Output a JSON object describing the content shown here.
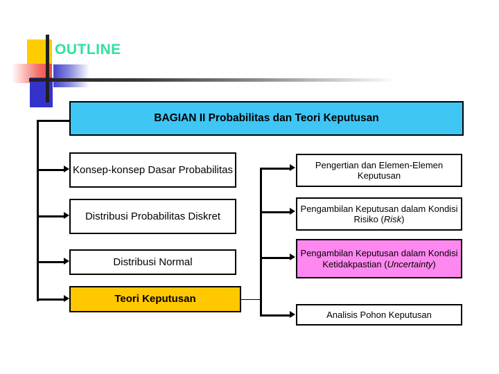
{
  "slide": {
    "title": "OUTLINE",
    "title_color": "#2DE29B",
    "background": "#FFFFFF"
  },
  "decor": {
    "yellow_square_color": "#FFCC00",
    "blue_square_color": "#3333CC",
    "red_gradient_color": "#F4463C",
    "blue_gradient_color": "#4444CC",
    "rule_color": "#231F20"
  },
  "header": {
    "label": "BAGIAN  II  Probabilitas dan Teori Keputusan",
    "fill": "#3FC6F5"
  },
  "left_column": {
    "items": [
      {
        "label": "Konsep-konsep Dasar Probabilitas",
        "fill": "#FFFFFF",
        "bold": false
      },
      {
        "label": "Distribusi Probabilitas Diskret",
        "fill": "#FFFFFF",
        "bold": false
      },
      {
        "label": "Distribusi Normal",
        "fill": "#FFFFFF",
        "bold": false
      },
      {
        "label": "Teori Keputusan",
        "fill": "#FFC800",
        "bold": true
      }
    ]
  },
  "right_column": {
    "items": [
      {
        "label_plain": "Pengertian dan Elemen-Elemen Keputusan",
        "fill": "#FFFFFF"
      },
      {
        "label_lead": "Pengambilan Keputusan dalam Kondisi Risiko (",
        "label_italic": "Risk",
        "label_tail": ")",
        "fill": "#FFFFFF"
      },
      {
        "label_lead": "Pengambilan Keputusan dalam Kondisi Ketidakpastian (",
        "label_italic": "Uncertainty",
        "label_tail": ")",
        "fill": "#FF88F0"
      },
      {
        "label_plain": "Analisis Pohon Keputusan",
        "fill": "#FFFFFF"
      }
    ]
  }
}
